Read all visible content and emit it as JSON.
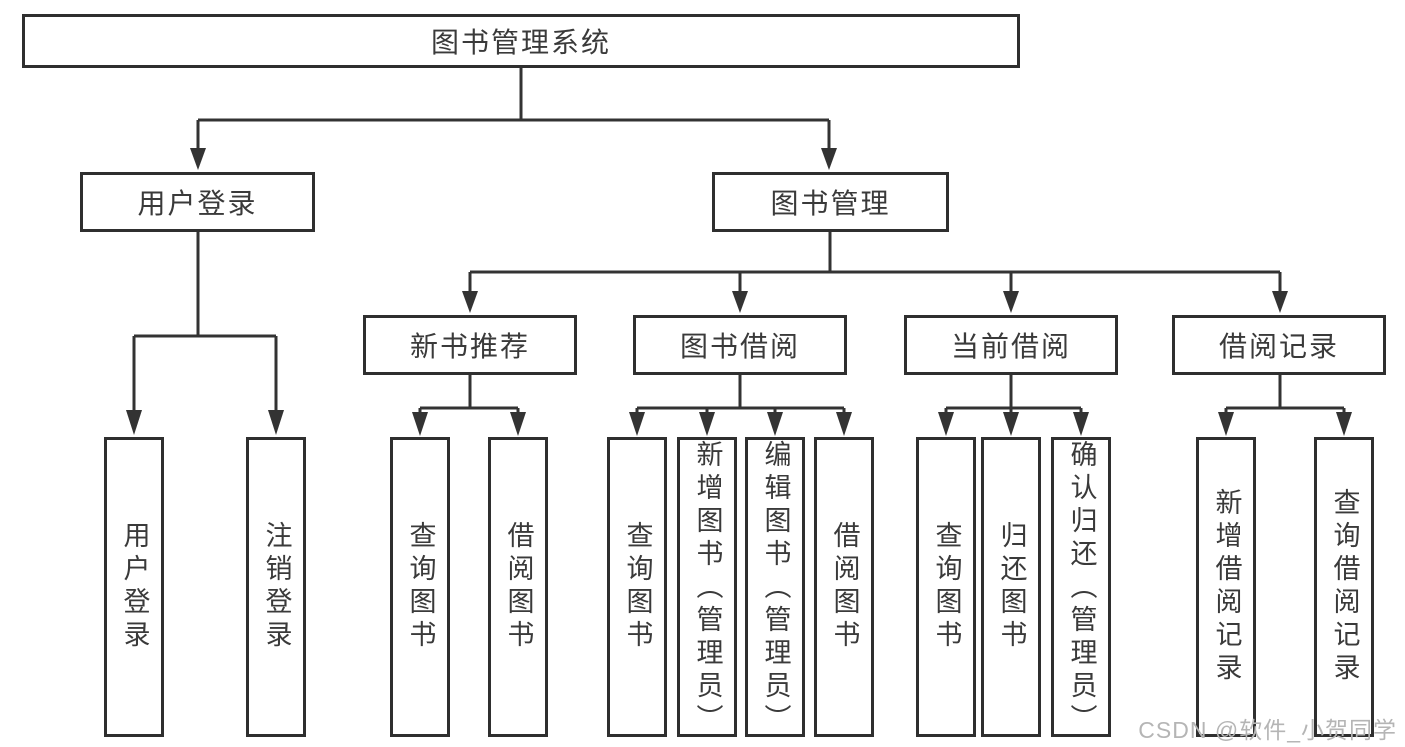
{
  "watermark": "CSDN @软件_小贺同学",
  "colors": {
    "line": "#333333",
    "box_border": "#2f2f2f",
    "text": "#3a3a3a",
    "watermark": "#b5b5b5",
    "background": "#ffffff"
  },
  "tree": {
    "root": {
      "label": "图书管理系统"
    },
    "branches": [
      {
        "label": "用户登录",
        "children": [
          {
            "label": "用户登录"
          },
          {
            "label": "注销登录"
          }
        ]
      },
      {
        "label": "图书管理",
        "children": [
          {
            "label": "新书推荐",
            "children": [
              {
                "label": "查询图书"
              },
              {
                "label": "借阅图书"
              }
            ]
          },
          {
            "label": "图书借阅",
            "children": [
              {
                "label": "查询图书"
              },
              {
                "label": "新增图书（管理员）"
              },
              {
                "label": "编辑图书（管理员）"
              },
              {
                "label": "借阅图书"
              }
            ]
          },
          {
            "label": "当前借阅",
            "children": [
              {
                "label": "查询图书"
              },
              {
                "label": "归还图书"
              },
              {
                "label": "确认归还（管理员）"
              }
            ]
          },
          {
            "label": "借阅记录",
            "children": [
              {
                "label": "新增借阅记录"
              },
              {
                "label": "查询借阅记录"
              }
            ]
          }
        ]
      }
    ]
  }
}
